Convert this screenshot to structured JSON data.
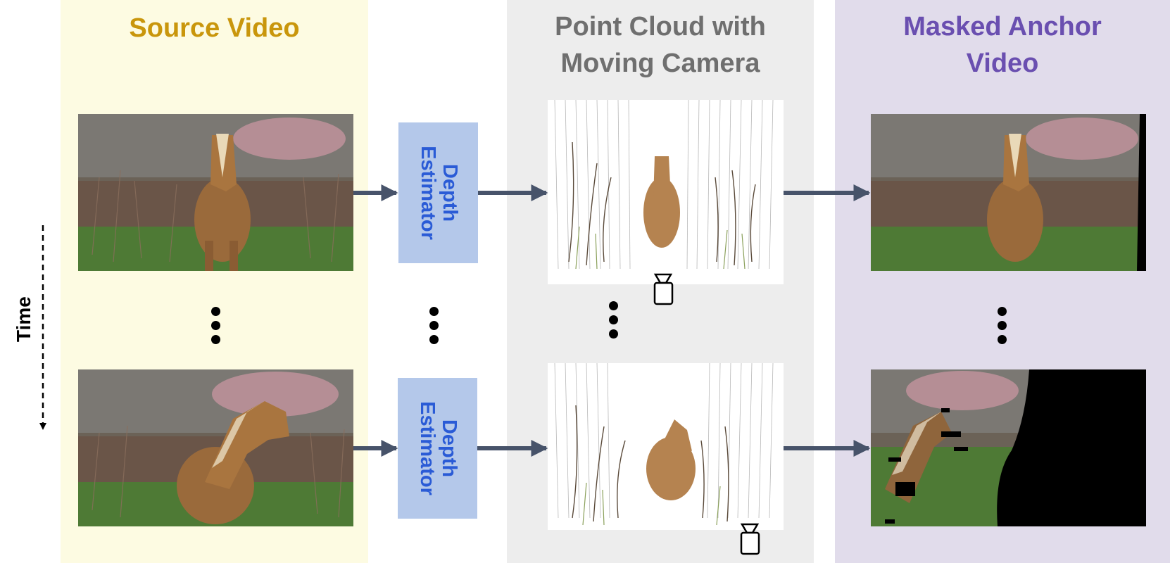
{
  "columns": {
    "source": {
      "title": "Source Video",
      "color": "#c9960c",
      "bg": "#fdfbe2"
    },
    "pointcloud": {
      "title_line1": "Point Cloud with",
      "title_line2": "Moving Camera",
      "color": "#6f6f6f",
      "bg": "#ededed"
    },
    "anchor": {
      "title_line1": "Masked Anchor",
      "title_line2": "Video",
      "color": "#6a4fb0",
      "bg": "#e1dceb"
    }
  },
  "depth_box": {
    "line1": "Depth",
    "line2": "Estimator",
    "bg": "#b4c8ea",
    "text_color": "#2a5bd6"
  },
  "time_axis": {
    "label": "Time"
  },
  "arrow_color": "#47536a",
  "icons": {
    "camera": "camera-icon",
    "ellipsis": "vertical-ellipsis-icon"
  }
}
